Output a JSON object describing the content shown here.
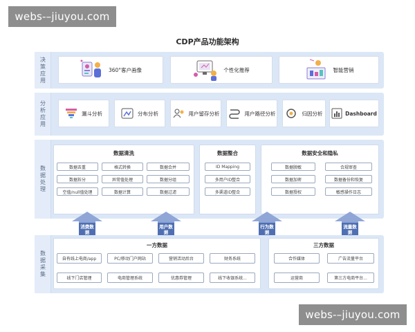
{
  "watermark": "webs-–jiuyou.com",
  "title": "CDP产品功能架构",
  "layers": {
    "decision": {
      "side_label": "决策应用",
      "cards": [
        {
          "label": "360°客户画像",
          "icon": "customer-portrait-icon"
        },
        {
          "label": "个性化推荐",
          "icon": "recommend-icon"
        },
        {
          "label": "智能营销",
          "icon": "marketing-icon"
        }
      ]
    },
    "analysis": {
      "side_label": "分析应用",
      "cards": [
        {
          "label": "漏斗分析",
          "icon": "funnel-icon"
        },
        {
          "label": "分布分析",
          "icon": "distribution-icon"
        },
        {
          "label": "用户留存分析",
          "icon": "retention-icon"
        },
        {
          "label": "用户路径分析",
          "icon": "path-icon"
        },
        {
          "label": "归因分析",
          "icon": "attribution-icon"
        },
        {
          "label": "Dashboard",
          "icon": "dashboard-icon"
        }
      ]
    },
    "processing": {
      "side_label": "数据处理",
      "panels": [
        {
          "title": "数据清洗",
          "items": [
            "数据去重",
            "格式转换",
            "数据合并",
            "数据拆分",
            "异常值处理",
            "数据分组",
            "空值/null值处理",
            "数据计算",
            "数据过滤"
          ]
        },
        {
          "title": "数据整合",
          "items": [
            "ID Mapping",
            "多用户ID整合",
            "多渠道ID整合"
          ]
        },
        {
          "title": "数据安全和隐私",
          "items": [
            "数据脱敏",
            "合规审查",
            "数据加密",
            "数据备份和恢复",
            "数据授权",
            "敏感操作日志"
          ]
        }
      ]
    },
    "collection": {
      "side_label": "数据采集",
      "panels": [
        {
          "title": "一方数据",
          "items": [
            "自有线上电商/app",
            "PC/移动门户网站",
            "营销活动后台",
            "财务系统",
            "线下门店管理",
            "电商管理系统",
            "优惠券管理",
            "线下收银系统..."
          ]
        },
        {
          "title": "三方数据",
          "items": [
            "合作媒体",
            "广告流量平台",
            "运营商",
            "第三方电商平台..."
          ]
        }
      ]
    }
  },
  "arrows": [
    {
      "label": "消费数据"
    },
    {
      "label": "用户数据"
    },
    {
      "label": "行为数据"
    },
    {
      "label": "流量数据"
    }
  ],
  "colors": {
    "band": "#dbe7f6",
    "arrow": "#4f6fb2",
    "arrow_head": "#8fa6d6"
  }
}
